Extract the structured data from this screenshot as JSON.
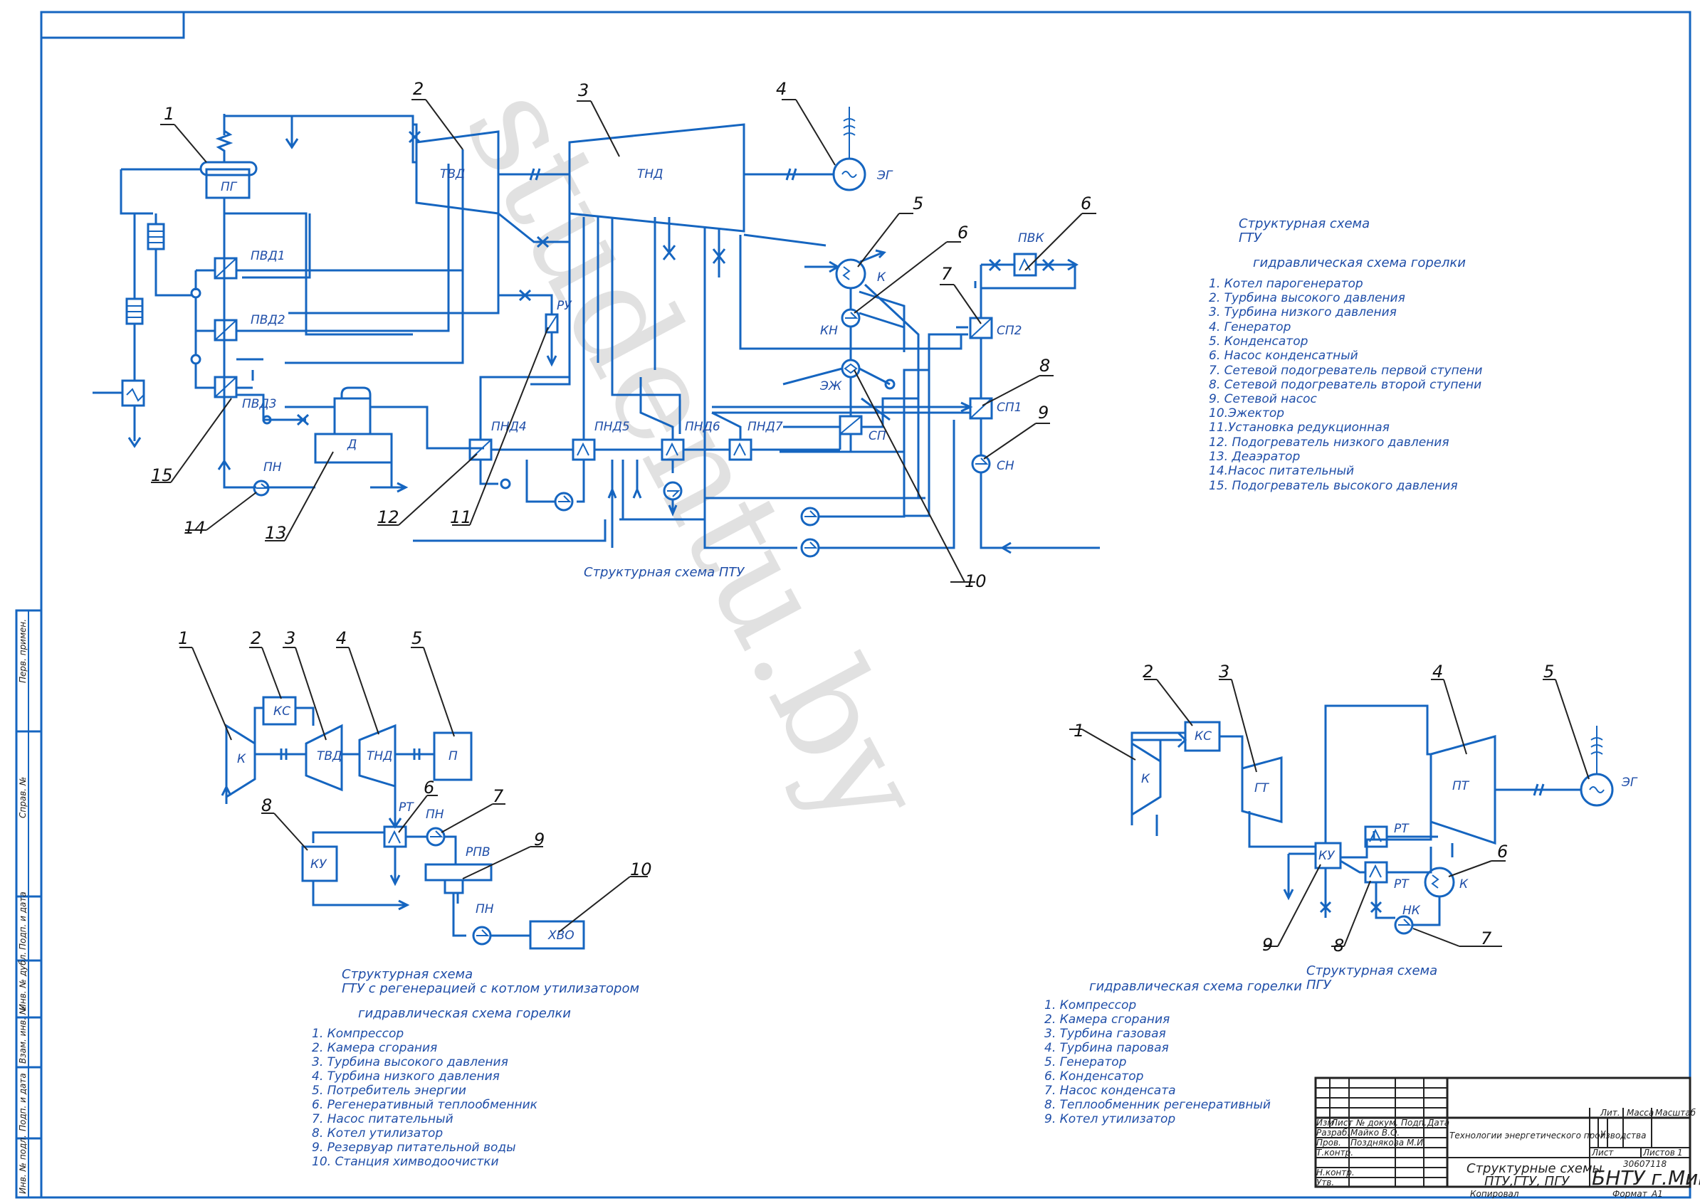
{
  "watermark": "studentu.by",
  "ptu": {
    "caption": "Структурная схема ПТУ",
    "labels": {
      "pg": "ПГ",
      "tvd": "ТВД",
      "tnd": "ТНД",
      "eg": "ЭГ",
      "k": "К",
      "kn": "КН",
      "ej": "ЭЖ",
      "sp": "СП",
      "pvk": "ПВК",
      "sp2": "СП2",
      "sp1": "СП1",
      "sn": "СН",
      "ru": "РУ",
      "pvd1": "ПВД1",
      "pvd2": "ПВД2",
      "pvd3": "ПВД3",
      "d": "Д",
      "pn": "ПН",
      "pnd4": "ПНД4",
      "pnd5": "ПНД5",
      "pnd6": "ПНД6",
      "pnd7": "ПНД7"
    },
    "callouts": [
      "1",
      "2",
      "3",
      "4",
      "5",
      "6",
      "6",
      "7",
      "8",
      "9",
      "10",
      "11",
      "12",
      "13",
      "14",
      "15"
    ]
  },
  "gtu_title": {
    "line1": "Структурная схема",
    "line2": "ГТУ",
    "subtitle": "гидравлическая схема горелки"
  },
  "ptu_legend": [
    "1. Котел парогенератор",
    "2. Турбина высокого давления",
    "3. Турбина низкого давления",
    "4. Генератор",
    "5. Конденсатор",
    "6. Насос конденсатный",
    "7. Сетевой подогреватель первой ступени",
    "8. Сетевой подогреватель второй ступени",
    "9. Сетевой насос",
    "10.Эжектор",
    "11.Установка редукционная",
    "12. Подогреватель низкого давления",
    "13. Деаэратор",
    "14.Насос питательный",
    "15. Подогреватель высокого давления"
  ],
  "gtu_regen": {
    "labels": {
      "k": "К",
      "ks": "КС",
      "tvd": "ТВД",
      "tnd": "ТНД",
      "p": "П",
      "rt": "РТ",
      "pn1": "ПН",
      "rpv": "РПВ",
      "ku": "КУ",
      "pn2": "ПН",
      "hvo": "ХВО"
    },
    "callouts": [
      "1",
      "2",
      "3",
      "4",
      "5",
      "6",
      "7",
      "8",
      "9",
      "10"
    ],
    "title_line1": "Структурная схема",
    "title_line2": "ГТУ с регенерацией с котлом утилизатором",
    "subtitle": "гидравлическая схема горелки",
    "legend": [
      "1. Компрессор",
      "2. Камера сгорания",
      "3. Турбина высокого давления",
      "4. Турбина низкого давления",
      "5. Потребитель энергии",
      "6. Регенеративный теплообменник",
      "7. Насос питательный",
      "8. Котел утилизатор",
      "9. Резервуар питательной воды",
      "10. Станция химводоочистки"
    ]
  },
  "pgu": {
    "labels": {
      "k": "К",
      "ks": "КС",
      "gt": "ГТ",
      "pt": "ПТ",
      "eg": "ЭГ",
      "ku": "КУ",
      "rt1": "РТ",
      "rt2": "РТ",
      "nk": "НК",
      "k2": "К"
    },
    "callouts": [
      "1",
      "2",
      "3",
      "4",
      "5",
      "6",
      "7",
      "8",
      "9"
    ],
    "title_line1": "Структурная схема",
    "title_line2": "ПГУ",
    "subtitle": "гидравлическая схема горелки",
    "legend": [
      "1. Компрессор",
      "2. Камера сгорания",
      "3. Турбина газовая",
      "4. Турбина паровая",
      "5. Генератор",
      "6. Конденсатор",
      "7. Насос конденсата",
      "8. Теплообменник регенеративный",
      "9. Котел утилизатор"
    ]
  },
  "side_stamps": [
    "Перв. примен.",
    "Справ. №",
    "Подп. и дата",
    "Инв. № дубл.",
    "Взам. инв. №",
    "Подп. и дата",
    "Инв. № подл."
  ],
  "title_block": {
    "row_labels": [
      "Изм",
      "Лист",
      "№ докум.",
      "Подп.",
      "Дата"
    ],
    "roles": [
      "Разраб.",
      "Пров.",
      "Т.контр.",
      "",
      "Н.контр.",
      "Утв."
    ],
    "names": [
      "Майко В.О.",
      "Позднякова М.И."
    ],
    "document": "Технологии энергетического производства",
    "sheet_title_1": "Структурные схемы",
    "sheet_title_2": "ПТУ,ГТУ, ПГУ",
    "lit": "Лит.",
    "mass": "Масса",
    "scale": "Масштаб",
    "lit_value": "У",
    "sheet": "Лист",
    "sheets": "Листов",
    "sheets_value": "1",
    "code": "30607118",
    "org": "БНТУ г.Минск",
    "copied": "Копировал",
    "format": "Формат",
    "format_value": "А1"
  }
}
